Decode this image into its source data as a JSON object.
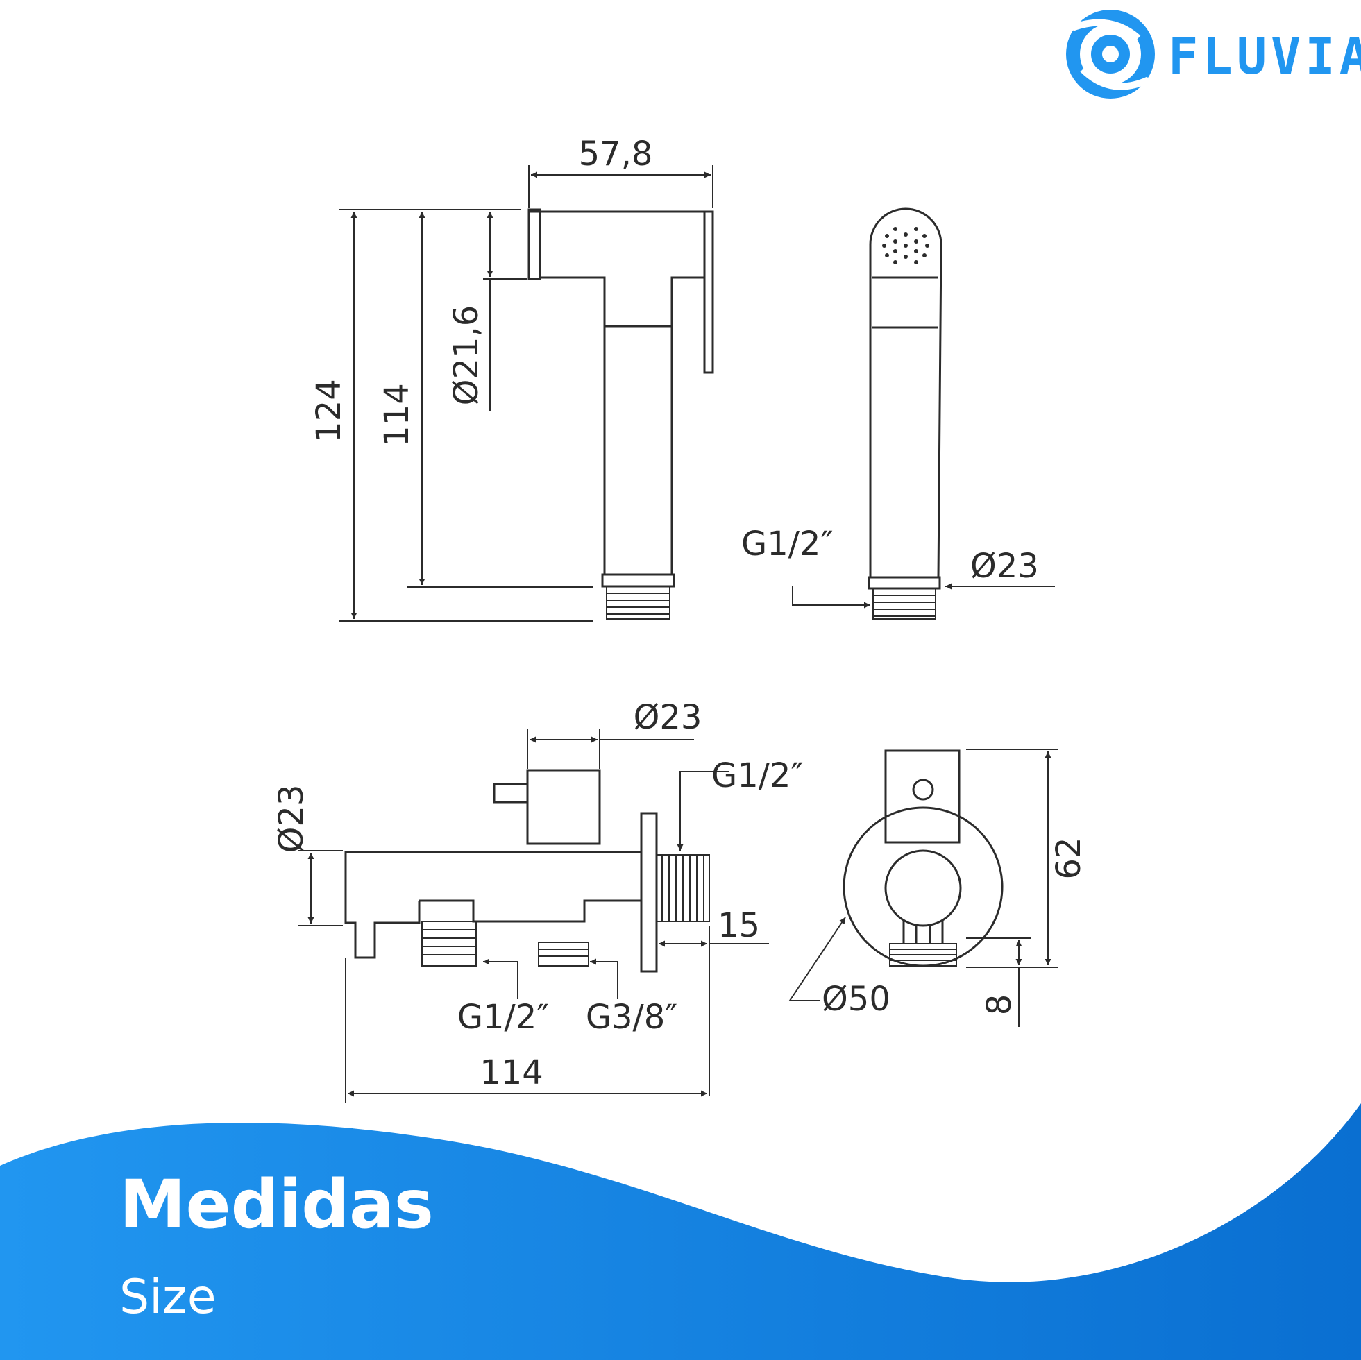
{
  "brand": {
    "name": "FLUVIA",
    "color": "#2196f0",
    "icon": "fluvia-swirl-logo"
  },
  "footer": {
    "title": "Medidas",
    "subtitle": "Size",
    "gradient": [
      "#2196f0",
      "#0a6fd1"
    ]
  },
  "handset_side": {
    "width": "57,8",
    "total_height": "124",
    "body_height": "114",
    "head_diameter": "Ø21,6"
  },
  "handset_front": {
    "thread": "G1/2″",
    "diameter": "Ø23"
  },
  "valve_side": {
    "knob_diameter": "Ø23",
    "inlet_thread": "G1/2″",
    "body_diameter": "Ø23",
    "thread_length": "15",
    "outlet_thread_1": "G1/2″",
    "outlet_thread_2": "G3/8″",
    "total_length": "114"
  },
  "valve_front": {
    "height": "62",
    "flange_diameter": "Ø50",
    "thread_height": "8"
  },
  "colors": {
    "line": "#2b2b2b",
    "background": "#ffffff"
  }
}
